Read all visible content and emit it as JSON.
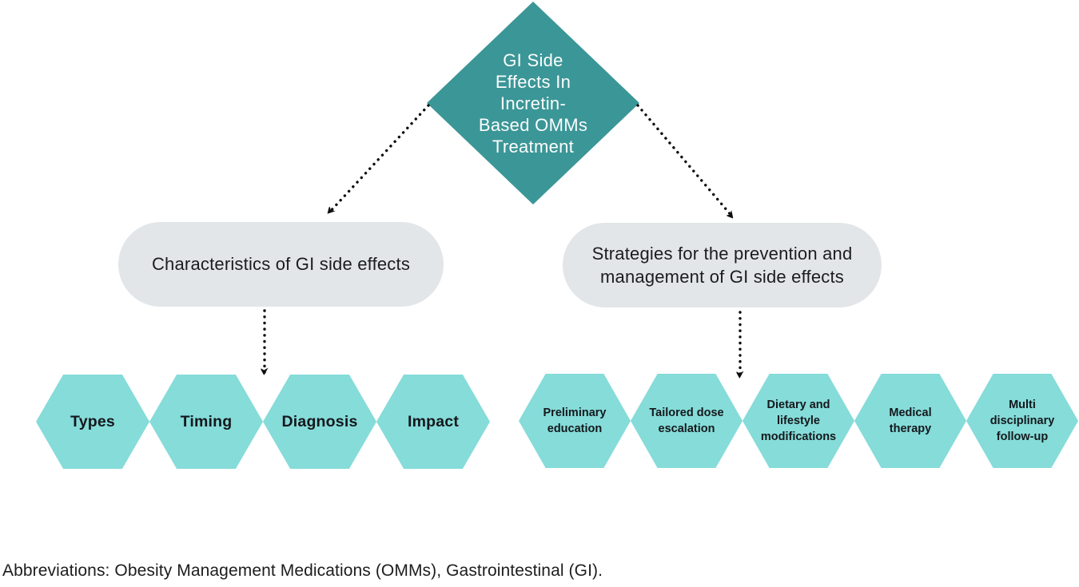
{
  "colors": {
    "background": "#ffffff",
    "root_fill": "#3b9697",
    "root_text": "#fdfdfd",
    "branch_fill": "#e2e6e9",
    "hexagon_fill": "#85dcd9",
    "text_dark": "#1c1c1e",
    "arrow": "#0d0d0d"
  },
  "root": {
    "title": "GI Side Effects In Incretin-Based OMMs Treatment",
    "lines": [
      "GI Side",
      "Effects In",
      "Incretin-",
      "Based OMMs",
      "Treatment"
    ]
  },
  "branches": [
    {
      "label": "Characteristics of GI side effects",
      "children": [
        "Types",
        "Timing",
        "Diagnosis",
        "Impact"
      ]
    },
    {
      "label": "Strategies for the prevention and management of GI side effects",
      "label_lines": [
        "Strategies for the prevention and",
        "management of GI side effects"
      ],
      "children": [
        "Preliminary education",
        "Tailored dose escalation",
        "Dietary and lifestyle modifications",
        "Medical therapy",
        "Multi disciplinary follow-up"
      ]
    }
  ],
  "footnote": "Abbreviations: Obesity Management Medications (OMMs), Gastrointestinal (GI)."
}
